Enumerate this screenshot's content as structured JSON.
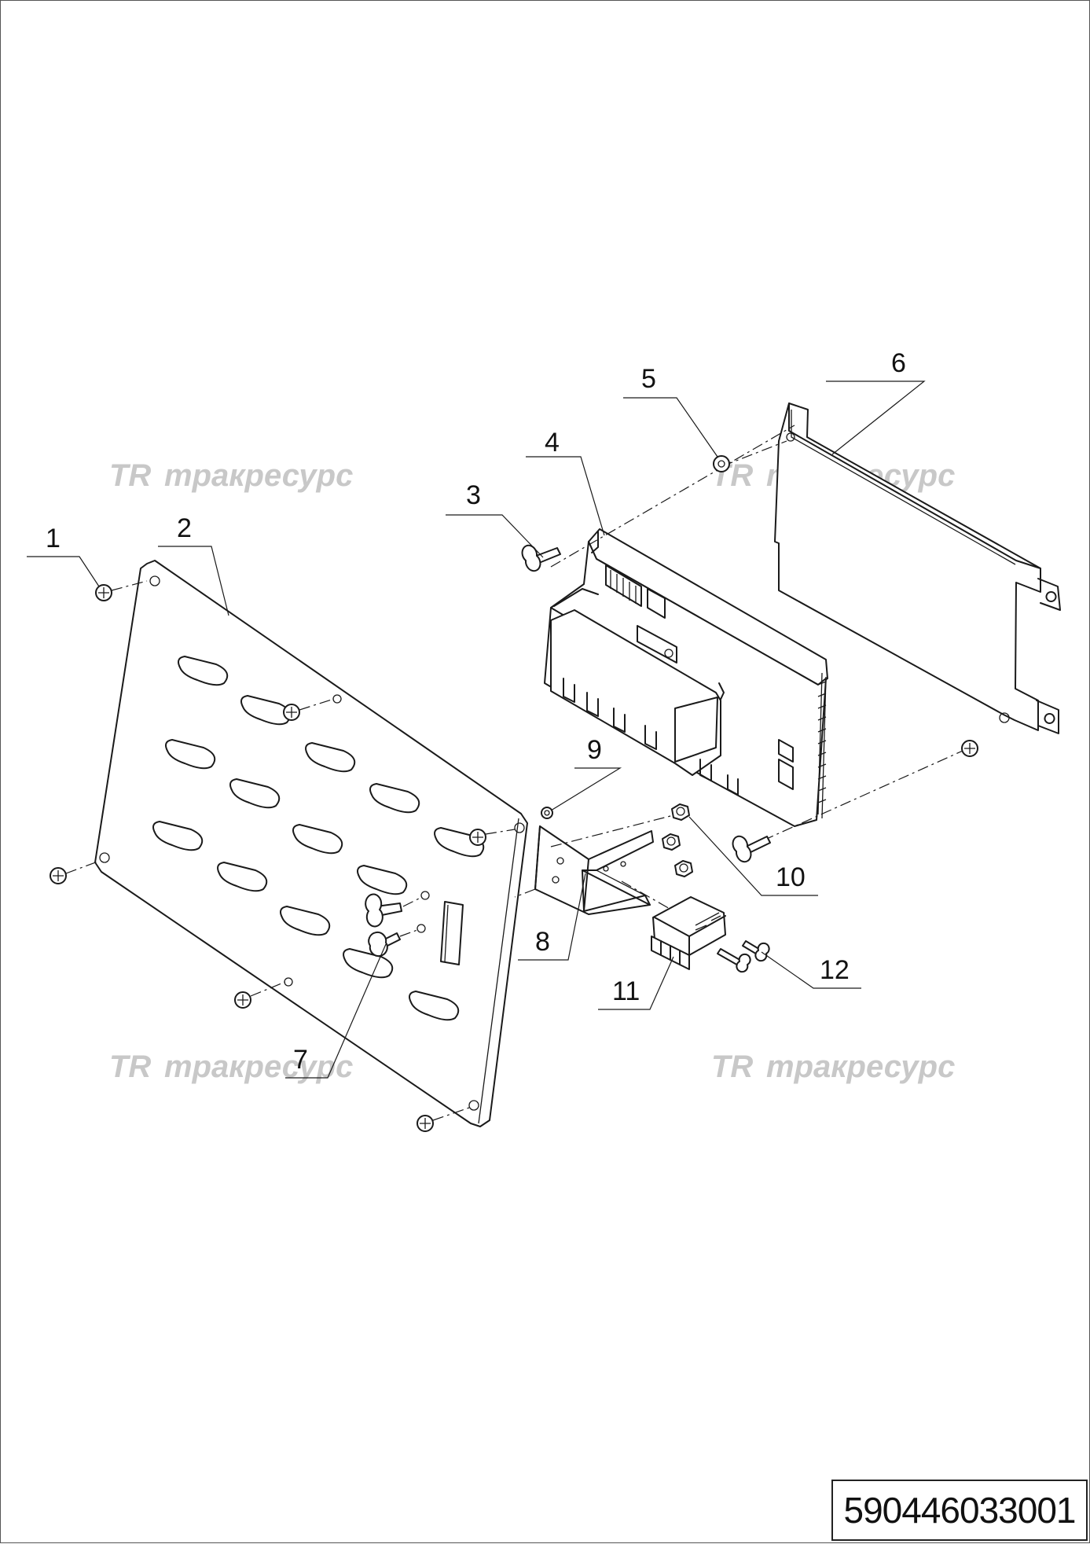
{
  "drawing_code": "590446033001",
  "watermark": {
    "logo": "TR",
    "text": "тракресурс"
  },
  "callouts": [
    "1",
    "2",
    "3",
    "4",
    "5",
    "6",
    "7",
    "8",
    "9",
    "10",
    "11",
    "12"
  ]
}
